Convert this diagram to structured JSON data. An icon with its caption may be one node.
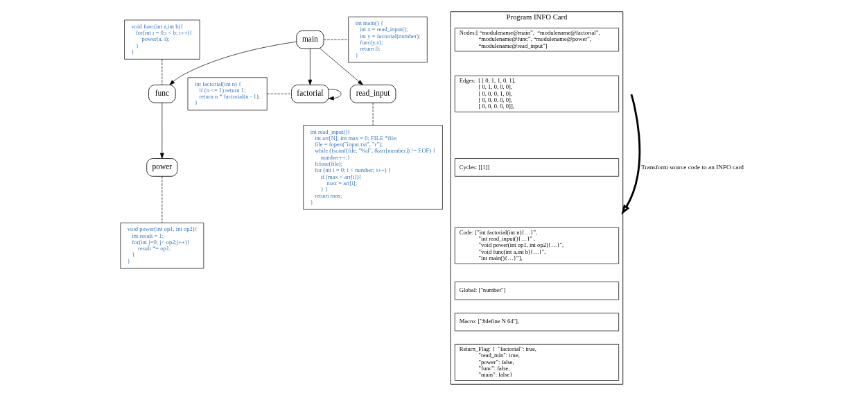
{
  "diagram": {
    "nodes": [
      {
        "text": [
          "void func(int a,int b){",
          "for(int i = 0;i < b; i++){",
          "power(a, i);",
          "}",
          "}"
        ]
      },
      {
        "text": [
          "main"
        ]
      },
      {
        "text": [
          "int main() {",
          "int x = read_input();",
          "int y = factorial(number);",
          "func(y,x);",
          "return 0;",
          "}"
        ]
      },
      {
        "text": [
          "Program INFO Card"
        ]
      },
      {
        "text": [
          "Nodes:[ “modulename@main”,  “modulename@factorial”,",
          "“modulename@func”, “modulename@power”,",
          "“modulename@read_input”]"
        ],
        "in": 3
      },
      {
        "text": [
          "Edges:  [ [ 0, 1, 1, 0, 1],",
          "[ 0, 1, 0, 0, 0],",
          "[ 0, 0, 0, 1, 0],",
          "[ 0, 0, 0, 0, 0],",
          "[ 0, 0, 0, 0, 0]],"
        ],
        "in": 3
      },
      {
        "text": [
          "Cycles: [[1]]"
        ],
        "in": 3
      },
      {
        "text": [
          "Code: [\"int factorial(int n){…}”,",
          "\"int read_input(){…}\" ,",
          "\"void power(int op1, int op2){…}\",",
          "\"void func(int a,int b){…}\",",
          "\"int main(){…}”],"
        ],
        "in": 3
      },
      {
        "text": [
          "Global: [\"number\"]"
        ],
        "in": 3
      },
      {
        "text": [
          "Macro: [\"#define N 64\"],"
        ],
        "in": 3
      },
      {
        "text": [
          "Return_Flag: {  \"factorial\": true,",
          "\"read_min\": true,",
          "\"power\": false,",
          "\"func\": false,",
          "\"main\": false}"
        ],
        "in": 3
      },
      {
        "text": [
          "func"
        ]
      },
      {
        "text": [
          "int factorial(int n) {",
          "if (n <= 1) return 1;",
          "return n * factorial(n - 1);",
          "}"
        ]
      },
      {
        "text": [
          "factorial"
        ]
      },
      {
        "text": [
          "read_input"
        ]
      },
      {
        "text": [
          "power"
        ]
      },
      {
        "text": [
          "void power(int op1, int op2){",
          "int result = 1;",
          "for(int j=0; j< op2;j++){",
          "result *= op1;",
          "}",
          "}"
        ]
      },
      {
        "text": [
          "int read_input(){",
          "int arr[N]; int max = 0; FILE *file;",
          "file = fopen(\"input.txt\", \"r\");",
          "while (fscanf(file, \"%d\", &arr[number]) != EOF) {",
          "number++;}",
          "fclose(file);",
          "for (int i = 0; i < number; i++) {",
          "if (max < arr[i]){",
          "max = arr[i];",
          "} }",
          "return max;",
          "}"
        ]
      }
    ],
    "edges": [
      {
        "from": 1,
        "to": 13,
        "arrow": "to"
      },
      {
        "from": 1,
        "to": 11,
        "arrow": "to"
      },
      {
        "from": 1,
        "to": 14,
        "arrow": "to"
      },
      {
        "from": 11,
        "to": 15,
        "arrow": "to"
      },
      {
        "from": 13,
        "to": 13,
        "arrow": "to"
      },
      {
        "from": 0,
        "to": 11,
        "arrow": "none",
        "style": "dashed"
      },
      {
        "from": 1,
        "to": 2,
        "arrow": "none",
        "style": "dashed"
      },
      {
        "from": 12,
        "to": 13,
        "arrow": "none",
        "style": "dashed"
      },
      {
        "from": 15,
        "to": 16,
        "arrow": "none",
        "style": "dashed"
      },
      {
        "from": 14,
        "to": 17,
        "arrow": "none",
        "style": "dashed"
      },
      {
        "from": null,
        "to": 3,
        "arrow": "to",
        "style": "thick",
        "label": "Transform source code to an INFO card"
      }
    ]
  }
}
